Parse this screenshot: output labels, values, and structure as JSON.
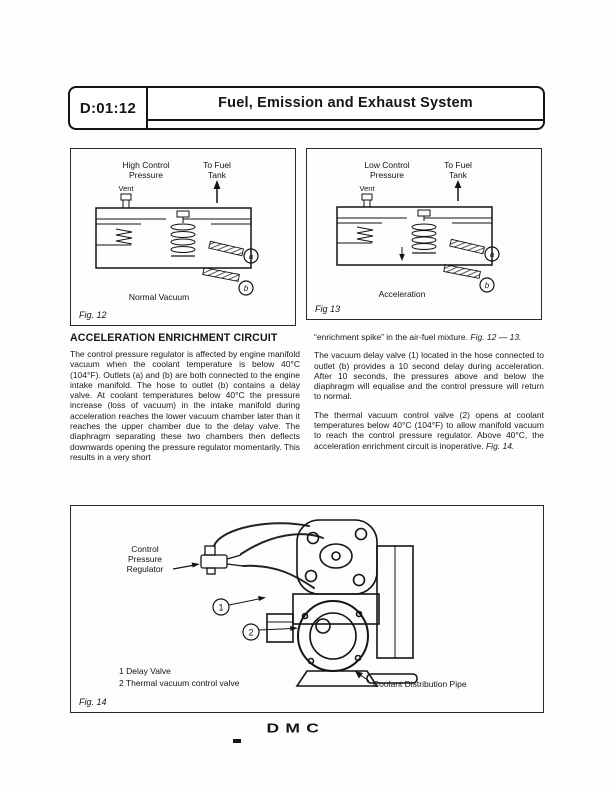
{
  "header": {
    "code": "D:01:12",
    "title": "Fuel, Emission and Exhaust System"
  },
  "figures": {
    "fig12": {
      "pressure_line1": "High Control",
      "pressure_line2": "Pressure",
      "fuel_line1": "To Fuel",
      "fuel_line2": "Tank",
      "vent": "Vent",
      "outlet_a": "a",
      "outlet_b": "b",
      "state": "Normal Vacuum",
      "caption": "Fig. 12"
    },
    "fig13": {
      "pressure_line1": "Low Control",
      "pressure_line2": "Pressure",
      "fuel_line1": "To Fuel",
      "fuel_line2": "Tank",
      "vent": "Vent",
      "outlet_a": "a",
      "outlet_b": "b",
      "state": "Acceleration",
      "caption": "Fig 13"
    },
    "fig14": {
      "regulator_line1": "Control",
      "regulator_line2": "Pressure",
      "regulator_line3": "Regulator",
      "callout1": "1",
      "callout2": "2",
      "legend1": "1 Delay Valve",
      "legend2": "2 Thermal vacuum control valve",
      "pipe_label": "Coolant Distribution Pipe",
      "caption": "Fig. 14"
    }
  },
  "article": {
    "heading": "ACCELERATION ENRICHMENT CIRCUIT",
    "col1_p1": "The control pressure regulator is affected by engine manifold vacuum when the coolant temperature is below 40°C (104°F). Outlets (a) and (b) are both connected to the engine intake manifold. The hose to outlet (b) contains a delay valve. At coolant temperatures below 40°C the pressure increase (loss of vacuum) in the intake manifold during acceleration reaches the lower vacuum chamber later than it reaches the upper chamber due to the delay valve. The diaphragm separating these two chambers then deflects downwards opening the pressure regulator momentarily. This results in a very short",
    "col2_p1_text": "“enrichment spike” in the air-fuel mixture.",
    "col2_p1_ref": "Fig. 12 — 13.",
    "col2_p2": "The vacuum delay valve (1) located in the hose connected to outlet (b) provides a 10 second delay during acceleration. After 10 seconds, the pressures above and below the diaphragm will equalise and the control pressure will return to normal.",
    "col2_p3_text": "The thermal vacuum control valve (2) opens at coolant temperatures below 40°C (104°F) to allow manifold vacuum to reach the control pressure regulator. Above 40°C, the acceleration enrichment circuit is inoperative.",
    "col2_p3_ref": "Fig. 14.",
    "footer_logo": "DMC"
  }
}
